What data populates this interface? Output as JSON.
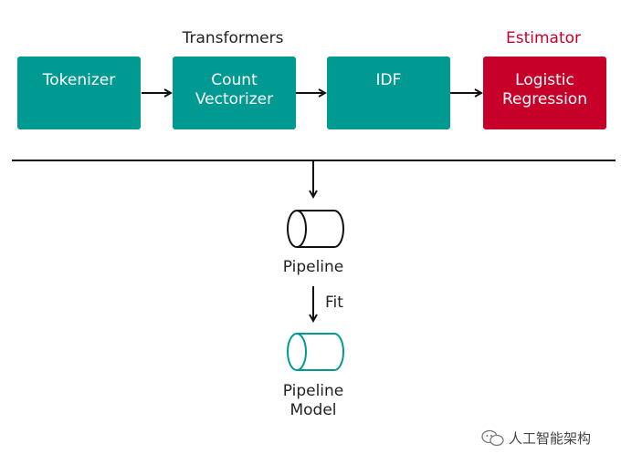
{
  "headers": {
    "transformers": "Transformers",
    "estimator": "Estimator"
  },
  "stages": [
    {
      "line1": "Tokenizer",
      "line2": ""
    },
    {
      "line1": "Count",
      "line2": "Vectorizer"
    },
    {
      "line1": "IDF",
      "line2": ""
    },
    {
      "line1": "Logistic",
      "line2": "Regression"
    }
  ],
  "pipeline_label": "Pipeline",
  "fit_label": "Fit",
  "pipeline_model_label": {
    "line1": "Pipeline",
    "line2": "Model"
  },
  "watermark": "人工智能架构",
  "colors": {
    "teal": "#009a93",
    "red": "#c7002a",
    "text": "#222222"
  }
}
